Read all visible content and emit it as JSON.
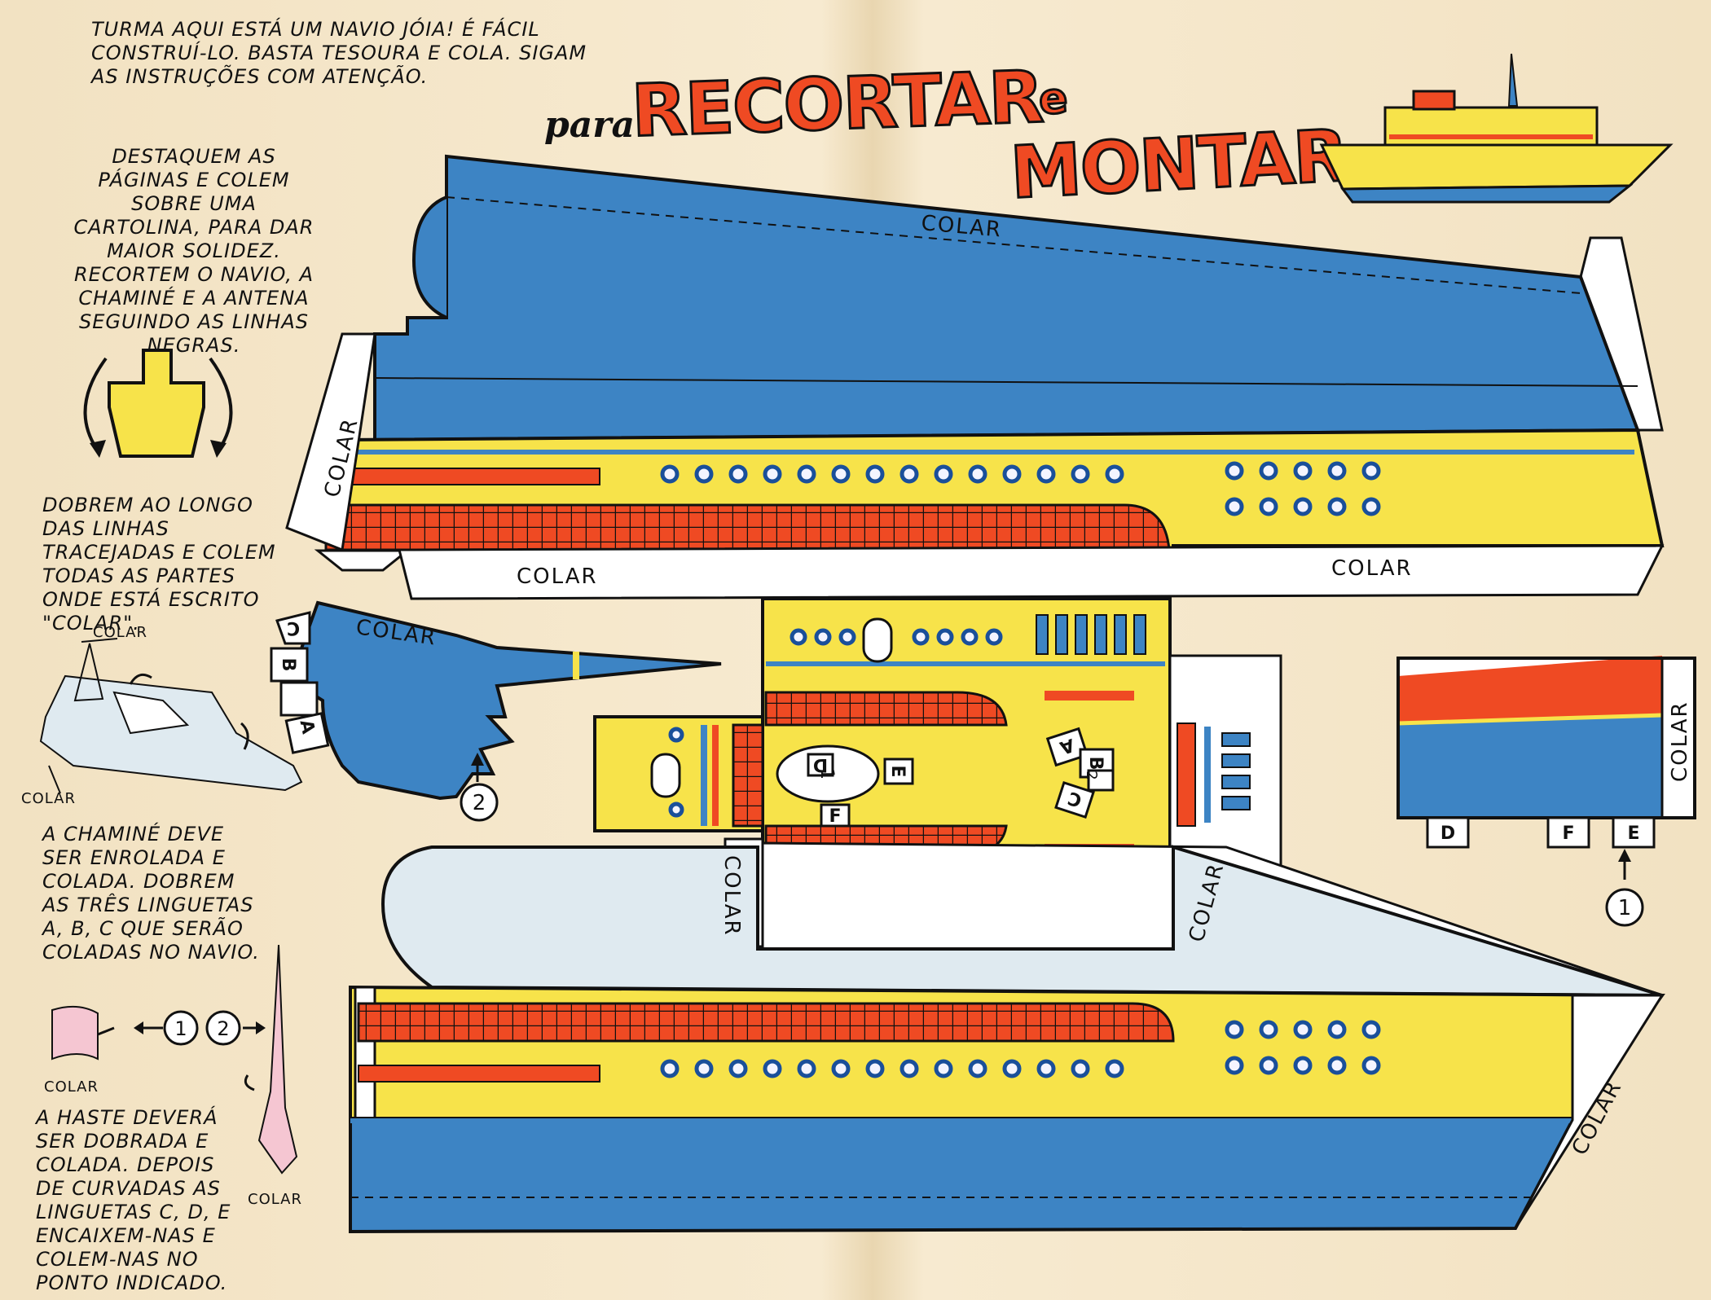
{
  "intro": "Turma aqui está um navio jóia! É fácil construí-lo. Basta tesoura e cola. Sigam as instruções com atenção.",
  "title": {
    "para": "para",
    "recortar": "RECORTAR",
    "e": "e",
    "montar": "MONTAR"
  },
  "step1": "Destaquem as páginas e colem sobre uma cartolina, para dar maior solidez. Recortem o navio, a chaminé e a antena seguindo as linhas negras.",
  "step2": "Dobrem ao longo das linhas tracejadas e colem todas as partes onde está escrito \"COLAR\".",
  "step3": "A chaminé deve ser enrolada e colada. Dobrem as três linguetas A, B, C que serão coladas no navio.",
  "step4": "A haste deverá ser dobrada e colada. Depois de curvadas as linguetas C, D, E encaixem-nas e colem-nas no ponto indicado.",
  "glue": "COLAR",
  "letters": {
    "a": "A",
    "b": "B",
    "c": "C",
    "d": "D",
    "e": "E",
    "f": "F"
  },
  "numbers": {
    "one": "1",
    "two": "2"
  },
  "colors": {
    "blue": "#3d84c4",
    "yellow": "#f7e34a",
    "red": "#ef4a23",
    "pale": "#dfeaf0",
    "outline": "#111111"
  }
}
